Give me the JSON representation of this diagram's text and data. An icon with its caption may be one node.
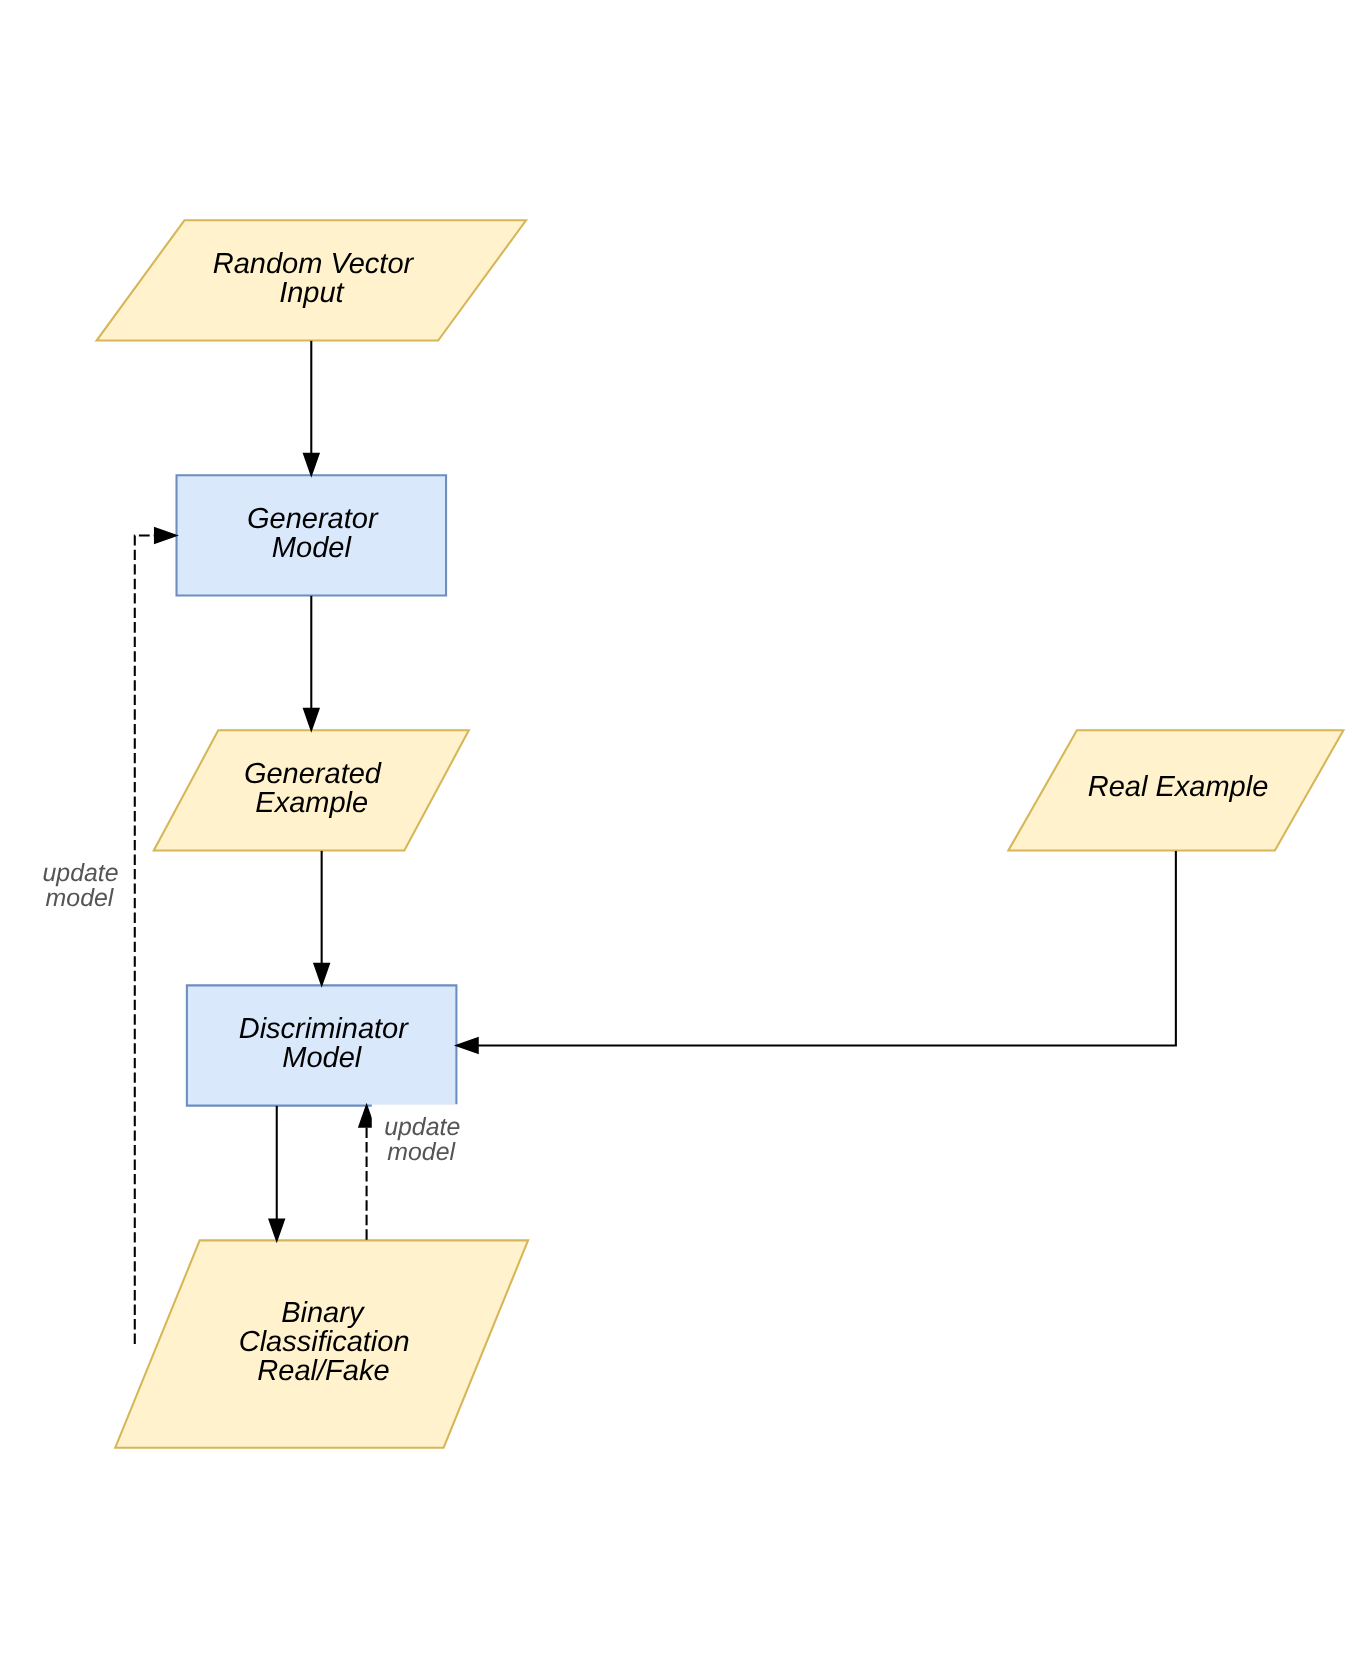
{
  "diagram": {
    "nodes": [
      {
        "text": [
          "Random Vector Input"
        ]
      },
      {
        "text": [
          "Generator Model"
        ]
      },
      {
        "text": [
          "Generated Example"
        ]
      },
      {
        "text": [
          "Real Example"
        ]
      },
      {
        "text": [
          "Discriminator Model"
        ]
      },
      {
        "text": [
          "Binary Classification Real/Fake"
        ]
      }
    ],
    "edges": [
      {
        "from": 0,
        "to": 1,
        "arrow": "to"
      },
      {
        "from": 1,
        "to": 2,
        "arrow": "to"
      },
      {
        "from": 2,
        "to": 4,
        "arrow": "to"
      },
      {
        "from": 3,
        "to": 4,
        "arrow": "to"
      },
      {
        "from": 4,
        "to": 5,
        "arrow": "to"
      },
      {
        "from": 5,
        "to": 1,
        "arrow": "to",
        "style": "dashed",
        "label": "update model"
      },
      {
        "from": 5,
        "to": 4,
        "arrow": "to",
        "style": "dashed",
        "label": "update model"
      }
    ]
  }
}
